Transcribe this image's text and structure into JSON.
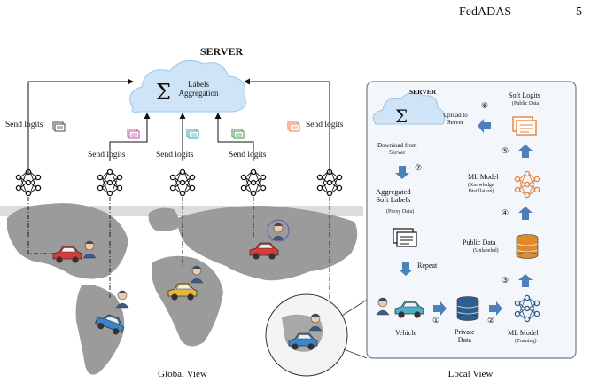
{
  "header": {
    "title": "FedADAS",
    "page": "5"
  },
  "server": {
    "title": "SERVER",
    "cloud_label": "Labels\nAggregation"
  },
  "global": {
    "send_logits": "Send logits",
    "caption": "Global View"
  },
  "local": {
    "server_title": "SERVER",
    "upload": "Upload to\nServer",
    "download": "Download from\nServer",
    "aggregated": "Aggregated\nSoft Labels",
    "aggregated_sub": "(Proxy Data)",
    "repeat": "Repeat",
    "soft_logits": "Soft Logits",
    "soft_logits_sub": "(Public Data)",
    "ml_model_kd": "ML Model",
    "ml_model_kd_sub": "(Knowledge\nDistillation)",
    "public_data": "Public Data",
    "public_data_sub": "(Unlabeled)",
    "vehicle": "Vehicle",
    "private_data": "Private\nData",
    "ml_model_train": "ML Model",
    "ml_model_train_sub": "(Training)",
    "step1": "①",
    "step2": "②",
    "step3": "③",
    "step4": "④",
    "step5": "⑤",
    "step6": "⑥",
    "step7": "⑦",
    "caption": "Local View"
  },
  "colors": {
    "cloud": "#cfe4f7",
    "cloud_edge": "#9cc6ea",
    "arrow_blue": "#4d7fb8",
    "box_bg": "#f3f6fa",
    "box_edge": "#6f7f8f",
    "map": "#9b9b9b",
    "car_red": "#d93a3a",
    "car_blue": "#3a86c8",
    "car_yellow": "#e8b73a",
    "net_orange": "#e6823a",
    "db_blue": "#2e5e8e",
    "db_orange": "#e08a2e"
  }
}
